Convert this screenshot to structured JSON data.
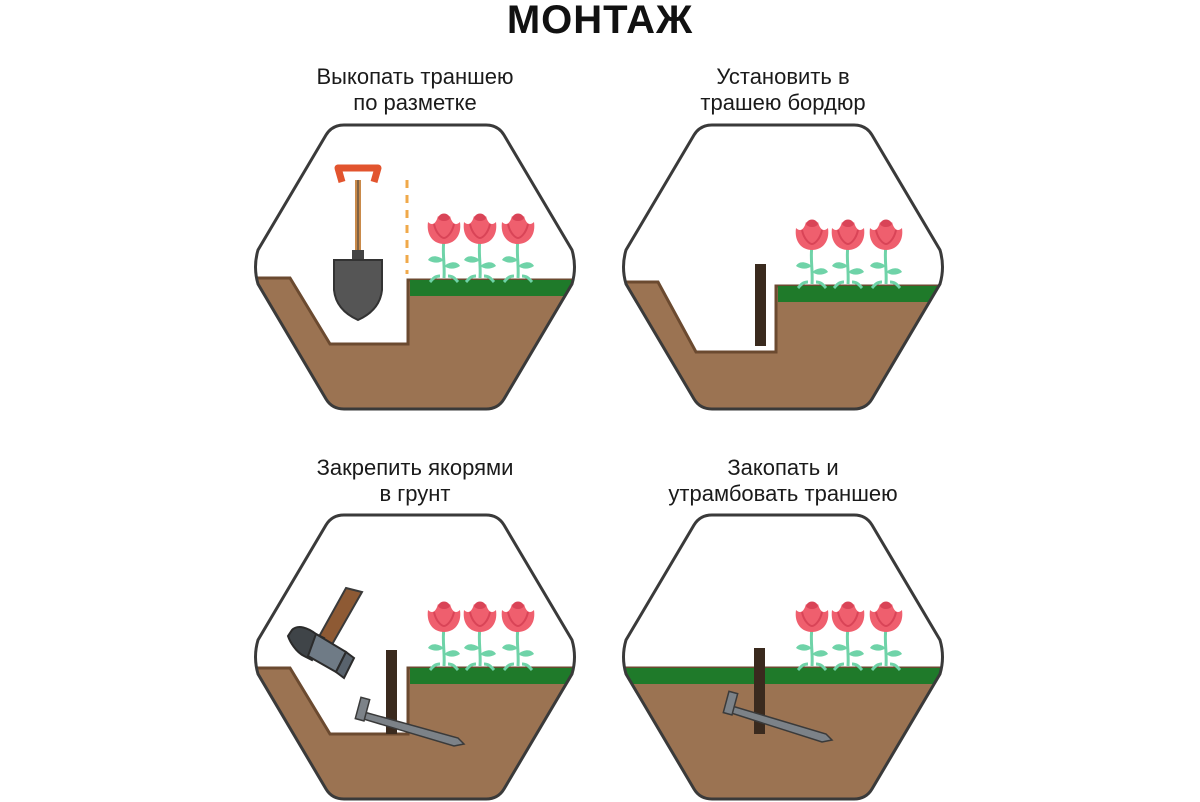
{
  "title": "МОНТАЖ",
  "steps": [
    {
      "line1": "Выкопать траншею",
      "line2": "по разметке"
    },
    {
      "line1": "Установить в",
      "line2": "трашею бордюр"
    },
    {
      "line1": "Закрепить якорями",
      "line2": "в грунт"
    },
    {
      "line1": "Закопать и",
      "line2": "утрамбовать траншею"
    }
  ],
  "colors": {
    "soil": "#9b7352",
    "soil_edge": "#6b4a30",
    "grass": "#1f7a2a",
    "outline": "#3a3a3a",
    "rose": "#ef5f6e",
    "rose_dark": "#d94457",
    "stem": "#6fd3a8",
    "border_tape": "#3a2a1e",
    "shovel_handle": "#e2542e",
    "shovel_blade": "#555555",
    "hammer_handle": "#8e5a34",
    "hammer_head": "#6f7b86",
    "anchor": "#7c8288",
    "marking": "#f0a94a"
  },
  "icons": [
    "shovel-icon",
    "hammer-icon",
    "rose-icon",
    "anchor-icon",
    "border-tape-icon"
  ]
}
